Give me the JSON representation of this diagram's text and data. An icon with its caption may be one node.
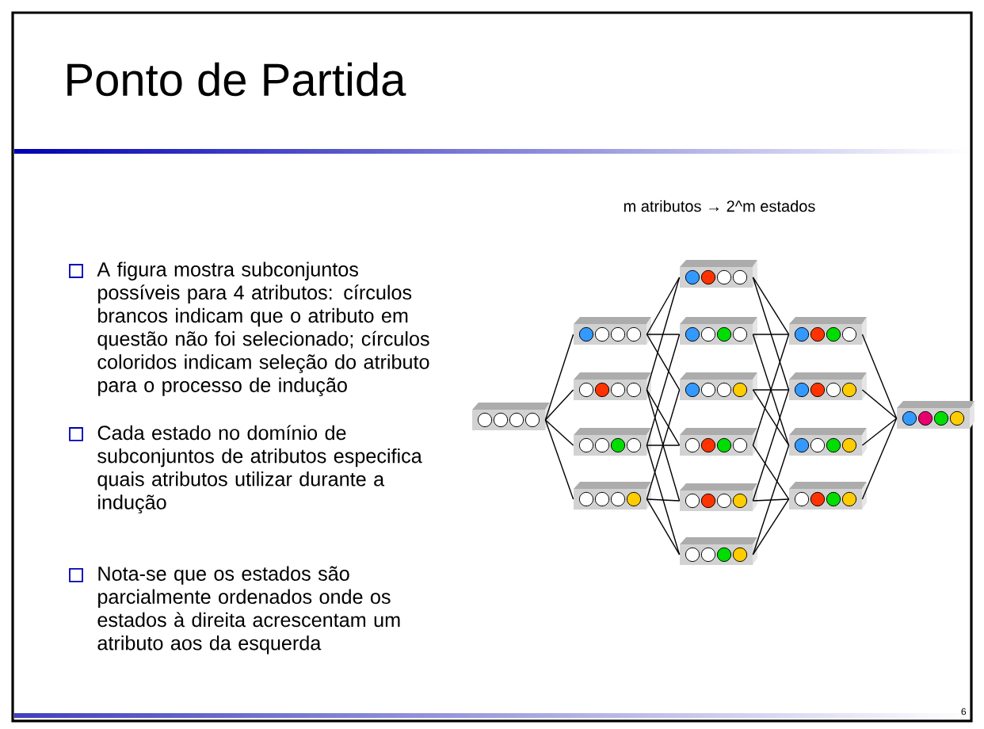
{
  "diagram": {
    "title": "Ponto de Partida",
    "nodes": [
      {
        "text": [],
        "shape": "box"
      },
      {
        "text": [],
        "shape": "box"
      },
      {
        "text": [],
        "shape": "box"
      },
      {
        "text": [],
        "shape": "box"
      },
      {
        "text": [],
        "shape": "box"
      },
      {
        "text": [],
        "shape": "box"
      },
      {
        "text": [],
        "shape": "box"
      },
      {
        "text": [],
        "shape": "box"
      },
      {
        "text": [],
        "shape": "box"
      },
      {
        "text": [],
        "shape": "box"
      },
      {
        "text": [],
        "shape": "box"
      },
      {
        "text": [],
        "shape": "box"
      },
      {
        "text": [],
        "shape": "box"
      },
      {
        "text": [],
        "shape": "box"
      },
      {
        "text": [],
        "shape": "box"
      },
      {
        "text": [],
        "shape": "box"
      }
    ],
    "edges": [
      {
        "from": 0,
        "to": 1,
        "arrow": "none"
      },
      {
        "from": 0,
        "to": 2,
        "arrow": "none"
      },
      {
        "from": 0,
        "to": 3,
        "arrow": "none"
      },
      {
        "from": 0,
        "to": 4,
        "arrow": "none"
      },
      {
        "from": 1,
        "to": 5,
        "arrow": "none"
      },
      {
        "from": 1,
        "to": 6,
        "arrow": "none"
      },
      {
        "from": 1,
        "to": 7,
        "arrow": "none"
      },
      {
        "from": 2,
        "to": 5,
        "arrow": "none"
      },
      {
        "from": 2,
        "to": 8,
        "arrow": "none"
      },
      {
        "from": 2,
        "to": 9,
        "arrow": "none"
      },
      {
        "from": 3,
        "to": 6,
        "arrow": "none"
      },
      {
        "from": 3,
        "to": 8,
        "arrow": "none"
      },
      {
        "from": 3,
        "to": 10,
        "arrow": "none"
      },
      {
        "from": 4,
        "to": 7,
        "arrow": "none"
      },
      {
        "from": 4,
        "to": 9,
        "arrow": "none"
      },
      {
        "from": 4,
        "to": 10,
        "arrow": "none"
      },
      {
        "from": 5,
        "to": 11,
        "arrow": "none"
      },
      {
        "from": 5,
        "to": 12,
        "arrow": "none"
      },
      {
        "from": 6,
        "to": 11,
        "arrow": "none"
      },
      {
        "from": 6,
        "to": 13,
        "arrow": "none"
      },
      {
        "from": 7,
        "to": 12,
        "arrow": "none"
      },
      {
        "from": 7,
        "to": 13,
        "arrow": "none"
      },
      {
        "from": 8,
        "to": 11,
        "arrow": "none"
      },
      {
        "from": 8,
        "to": 14,
        "arrow": "none"
      },
      {
        "from": 9,
        "to": 12,
        "arrow": "none"
      },
      {
        "from": 9,
        "to": 14,
        "arrow": "none"
      },
      {
        "from": 10,
        "to": 13,
        "arrow": "none"
      },
      {
        "from": 10,
        "to": 14,
        "arrow": "none"
      },
      {
        "from": 11,
        "to": 15,
        "arrow": "none"
      },
      {
        "from": 12,
        "to": 15,
        "arrow": "none"
      },
      {
        "from": 13,
        "to": 15,
        "arrow": "none"
      },
      {
        "from": 14,
        "to": 15,
        "arrow": "none"
      }
    ],
    "labels": [
      "A figura mostra subconjuntos possíveis para 4 atributos: círculos brancos indicam que o atributo em questão não foi selecionado; círculos coloridos indicam seleção do atributo para o processo de indução",
      "Cada estado no domínio de subconjuntos de atributos especifica quais atributos utilizar durante a indução",
      "Nota-se que os estados são parcialmente ordenados onde os estados à direita acrescentam um atributo aos da esquerda",
      "m atributos → 2^m estados",
      "6"
    ]
  }
}
